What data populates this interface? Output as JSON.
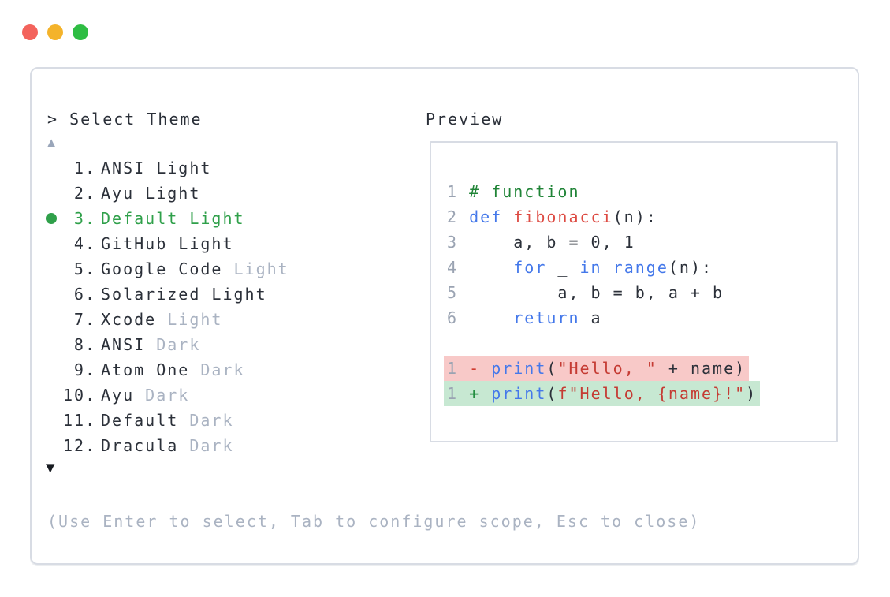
{
  "window": {
    "controls": [
      {
        "name": "close",
        "color": "#f3635c"
      },
      {
        "name": "minimize",
        "color": "#f4b32a"
      },
      {
        "name": "zoom",
        "color": "#2ebd43"
      }
    ]
  },
  "theme_selector": {
    "prompt": "> Select Theme",
    "scroll_up_icon": "▲",
    "scroll_down_icon": "▼",
    "help_text": "(Use Enter to select, Tab to configure scope, Esc to close)",
    "items": [
      {
        "number": "1.",
        "name": "ANSI Light",
        "dim_suffix": "",
        "selected": false
      },
      {
        "number": "2.",
        "name": "Ayu Light",
        "dim_suffix": "",
        "selected": false
      },
      {
        "number": "3.",
        "name": "Default Light",
        "dim_suffix": "",
        "selected": true
      },
      {
        "number": "4.",
        "name": "GitHub Light",
        "dim_suffix": "",
        "selected": false
      },
      {
        "number": "5.",
        "name": "Google Code",
        "dim_suffix": " Light",
        "selected": false
      },
      {
        "number": "6.",
        "name": "Solarized Light",
        "dim_suffix": "",
        "selected": false
      },
      {
        "number": "7.",
        "name": "Xcode",
        "dim_suffix": " Light",
        "selected": false
      },
      {
        "number": "8.",
        "name": "ANSI",
        "dim_suffix": " Dark",
        "selected": false
      },
      {
        "number": "9.",
        "name": "Atom One",
        "dim_suffix": " Dark",
        "selected": false
      },
      {
        "number": "10.",
        "name": "Ayu",
        "dim_suffix": " Dark",
        "selected": false
      },
      {
        "number": "11.",
        "name": "Default",
        "dim_suffix": " Dark",
        "selected": false
      },
      {
        "number": "12.",
        "name": "Dracula",
        "dim_suffix": " Dark",
        "selected": false
      }
    ]
  },
  "preview": {
    "label": "Preview",
    "code_lines": [
      {
        "number": "1",
        "tokens": [
          {
            "t": "# function",
            "c": "comment"
          }
        ]
      },
      {
        "number": "2",
        "tokens": [
          {
            "t": "def",
            "c": "kw"
          },
          {
            "t": " ",
            "c": "text"
          },
          {
            "t": "fibonacci",
            "c": "fn"
          },
          {
            "t": "(n):",
            "c": "text"
          }
        ]
      },
      {
        "number": "3",
        "tokens": [
          {
            "t": "    a, b = 0, 1",
            "c": "text"
          }
        ]
      },
      {
        "number": "4",
        "tokens": [
          {
            "t": "    ",
            "c": "text"
          },
          {
            "t": "for",
            "c": "kw"
          },
          {
            "t": " _ ",
            "c": "text"
          },
          {
            "t": "in",
            "c": "kw"
          },
          {
            "t": " ",
            "c": "text"
          },
          {
            "t": "range",
            "c": "kw"
          },
          {
            "t": "(n):",
            "c": "text"
          }
        ]
      },
      {
        "number": "5",
        "tokens": [
          {
            "t": "        a, b = b, a + b",
            "c": "text"
          }
        ]
      },
      {
        "number": "6",
        "tokens": [
          {
            "t": "    ",
            "c": "text"
          },
          {
            "t": "return",
            "c": "kw"
          },
          {
            "t": " a",
            "c": "text"
          }
        ]
      },
      {
        "number": "",
        "blank": true,
        "tokens": []
      },
      {
        "number": "1",
        "diff": "del",
        "marker": "- ",
        "tokens": [
          {
            "t": "print",
            "c": "kw"
          },
          {
            "t": "(",
            "c": "text"
          },
          {
            "t": "\"Hello, \"",
            "c": "str"
          },
          {
            "t": " + name)",
            "c": "text"
          }
        ]
      },
      {
        "number": "1",
        "diff": "add",
        "marker": "+ ",
        "tokens": [
          {
            "t": "print",
            "c": "kw"
          },
          {
            "t": "(",
            "c": "text"
          },
          {
            "t": "f\"Hello, {name}!\"",
            "c": "str"
          },
          {
            "t": ")",
            "c": "text"
          }
        ]
      }
    ]
  },
  "colors": {
    "accent_green": "#2fa04a",
    "text_dark": "#2b3039",
    "dim_gray": "#aab3c2",
    "lineno_gray": "#9aa3b2",
    "keyword_blue": "#4478ea",
    "function_red": "#dd4a42",
    "string_red": "#c53b33",
    "comment_green": "#208437",
    "diff_del_bg": "#f8c9c8",
    "diff_add_bg": "#c7e8d2",
    "diff_del_fg": "#d03b30",
    "diff_add_fg": "#1e8a3c",
    "border_gray": "#d8dce4",
    "traffic_red": "#f3635c",
    "traffic_yellow": "#f4b32a",
    "traffic_green": "#2ebd43",
    "arrow_up_gray": "#9aa6ba",
    "arrow_down_dark": "#171b21"
  }
}
